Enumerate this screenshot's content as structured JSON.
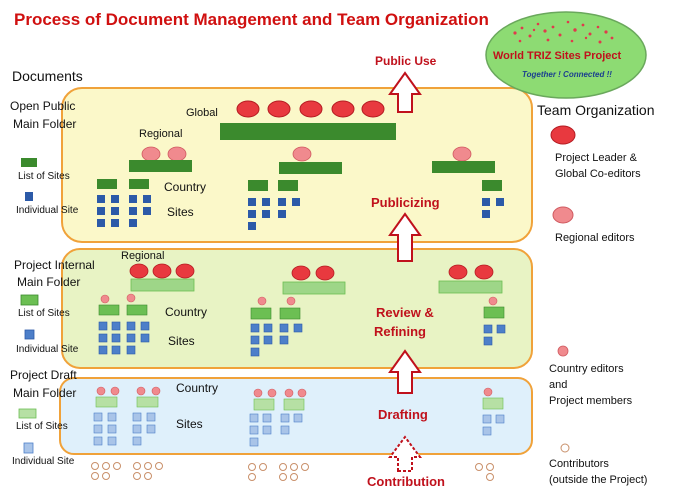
{
  "title": "Process of Document Management and Team Organization",
  "logo": {
    "line1": "World TRIZ Sites Project",
    "line2": "Together ! Connected !!"
  },
  "headers": {
    "documents": "Documents",
    "team_organization": "Team Organization"
  },
  "folders": {
    "open": {
      "title": "Open Public Main Folder",
      "line1": "Open Public",
      "line2": "Main Folder",
      "fill": "#fbf8c9",
      "stroke": "#f0a23a"
    },
    "internal": {
      "title": "Project Internal Main Folder",
      "line1": "Project Internal",
      "line2": "Main Folder",
      "fill": "#e8f3c4",
      "stroke": "#f0a23a"
    },
    "draft": {
      "title": "Project Draft Main Folder",
      "line1": "Project Draft",
      "line2": "Main Folder",
      "fill": "#dff0fb",
      "stroke": "#f0a23a"
    }
  },
  "legend": {
    "list_of_sites": "List of Sites",
    "individual_site": "Individual Site"
  },
  "levels": {
    "global": "Global",
    "regional": "Regional",
    "country": "Country",
    "sites": "Sites"
  },
  "process": {
    "public_use": "Public Use",
    "publicizing": "Publicizing",
    "review_line1": "Review &",
    "review_line2": "Refining",
    "drafting": "Drafting",
    "contribution": "Contribution"
  },
  "team": {
    "leader_line1": "Project Leader &",
    "leader_line2": "Global Co-editors",
    "regional": "Regional editors",
    "country_line1": "Country editors",
    "country_line2": "and",
    "country_line3": "Project members",
    "contrib_line1": "Contributors",
    "contrib_line2": "(outside the Project)"
  },
  "colors": {
    "accent_red": "#c0111c",
    "editor_red": "#e8393f",
    "green_dark": "#3b8a2d",
    "green_mid": "#6cbf53",
    "green_light": "#b6e0a4",
    "blue_dark": "#2c5aa8",
    "blue_mid": "#4d7fc9",
    "blue_light": "#a9c4e8"
  }
}
